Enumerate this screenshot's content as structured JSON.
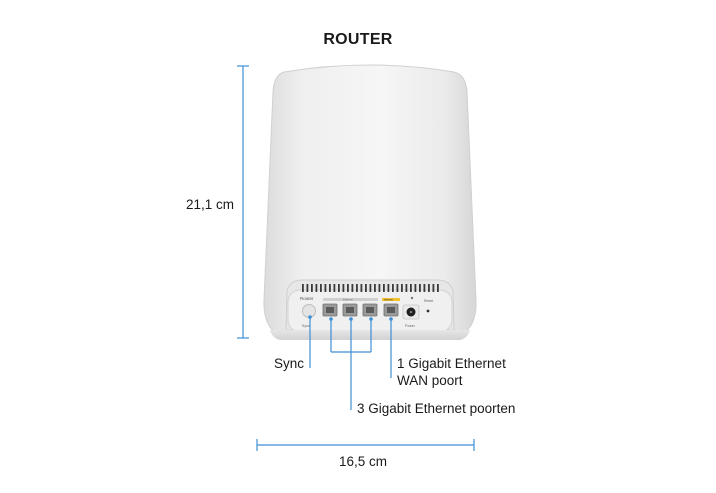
{
  "title": "ROUTER",
  "dimensions": {
    "height": "21,1 cm",
    "width": "16,5 cm"
  },
  "callouts": {
    "sync": "Sync",
    "wan_line1": "1 Gigabit Ethernet",
    "wan_line2": "WAN poort",
    "lan": "3 Gigabit Ethernet poorten"
  },
  "device_panel": {
    "brand_label": "Router",
    "sync_label": "Sync",
    "ethernet_label": "Ethernet",
    "internet_label": "Internet",
    "power_label": "Power",
    "reset_label": "Reset"
  },
  "colors": {
    "dimension_line": "#3d8fd6",
    "internet_tag": "#f2c12e",
    "device_body": "#f2f2f2"
  }
}
